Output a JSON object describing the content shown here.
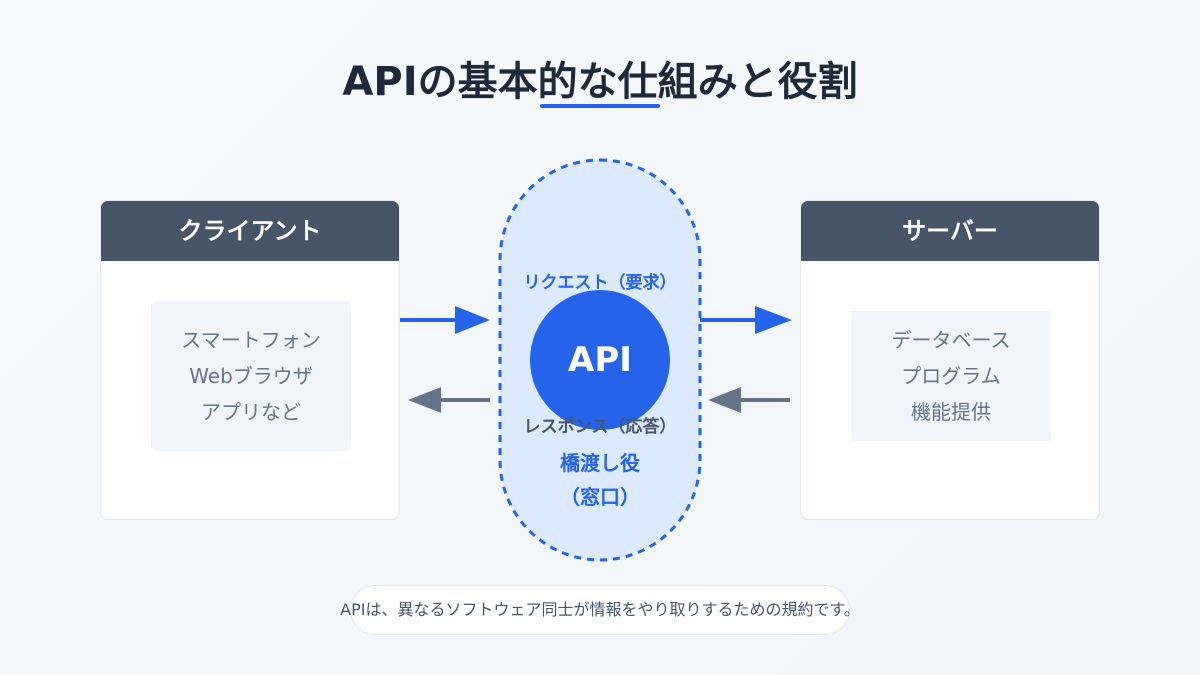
{
  "title": "APIの基本的な仕組みと役割",
  "client": {
    "header": "クライアント",
    "items": [
      "スマートフォン",
      "Webブラウザ",
      "アプリなど"
    ]
  },
  "server": {
    "header": "サーバー",
    "items": [
      "データベース",
      "プログラム",
      "機能提供"
    ]
  },
  "api": {
    "circle_label": "API",
    "request_label": "リクエスト（要求）",
    "response_label": "レスポンス（応答）",
    "bridge_main": "橋渡し役",
    "bridge_sub": "（窓口）"
  },
  "footer": {
    "text": "APIは、異なるソフトウェア同士が情報をやり取りするための規約です。"
  },
  "colors": {
    "accent_blue": "#2563eb",
    "header_slate": "#475569",
    "return_arrow": "#64748b",
    "capsule_fill": "#dbeafe"
  }
}
